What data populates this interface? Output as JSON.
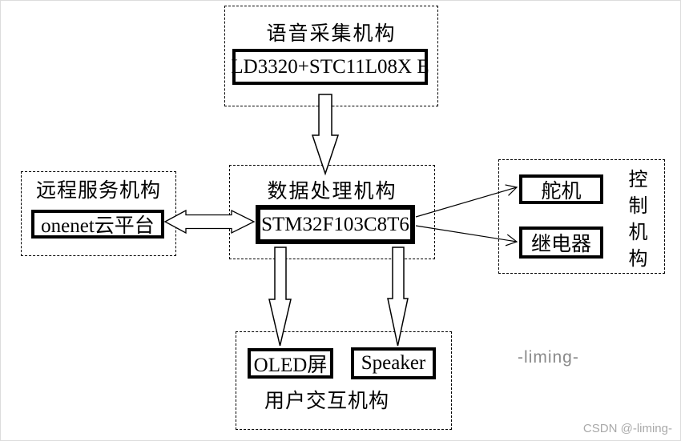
{
  "groups": {
    "voice": {
      "title": "语音采集机构",
      "module": "LD3320+STC11L08X E"
    },
    "processing": {
      "title": "数据处理机构",
      "module": "STM32F103C8T6"
    },
    "remote": {
      "title": "远程服务机构",
      "module": "onenet云平台"
    },
    "control": {
      "title": "控制机构",
      "modules": [
        "舵机",
        "继电器"
      ]
    },
    "interaction": {
      "title": "用户交互机构",
      "modules": [
        "OLED屏",
        "Speaker"
      ]
    }
  },
  "watermarks": {
    "center": "-liming-",
    "corner": "CSDN @-liming-"
  },
  "colors": {
    "ink": "#000000",
    "background": "#ffffff",
    "watermark_center": "#8a8a8a",
    "watermark_corner": "#a9a9a9"
  }
}
